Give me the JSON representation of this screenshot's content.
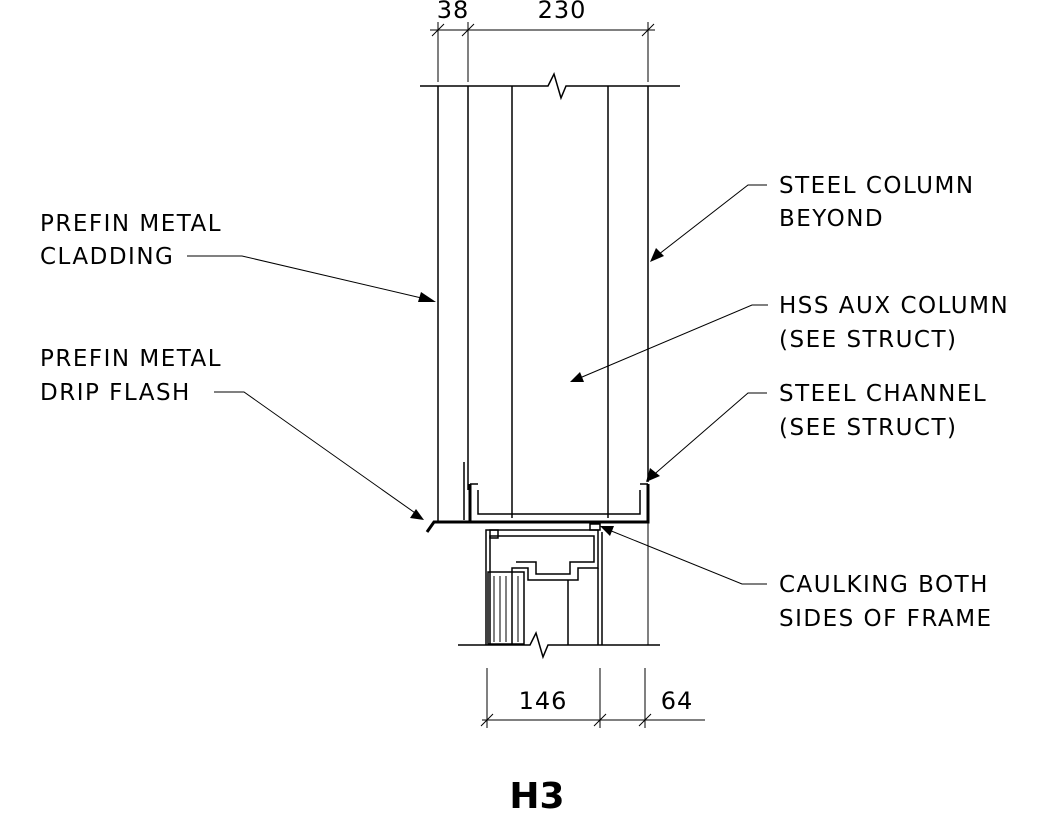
{
  "dimensions": {
    "top_left": "38",
    "top_right": "230",
    "bottom_left": "146",
    "bottom_right": "64"
  },
  "labels": {
    "cladding": {
      "line1": "PREFIN METAL",
      "line2": "CLADDING"
    },
    "drip_flash": {
      "line1": "PREFIN METAL",
      "line2": "DRIP FLASH"
    },
    "steel_column": {
      "line1": "STEEL COLUMN",
      "line2": "BEYOND"
    },
    "hss_column": {
      "line1": "HSS AUX COLUMN",
      "line2": "(SEE STRUCT)"
    },
    "steel_channel": {
      "line1": "STEEL CHANNEL",
      "line2": "(SEE STRUCT)"
    },
    "caulking": {
      "line1": "CAULKING BOTH",
      "line2": "SIDES OF FRAME"
    }
  },
  "detail_tag": "H3"
}
